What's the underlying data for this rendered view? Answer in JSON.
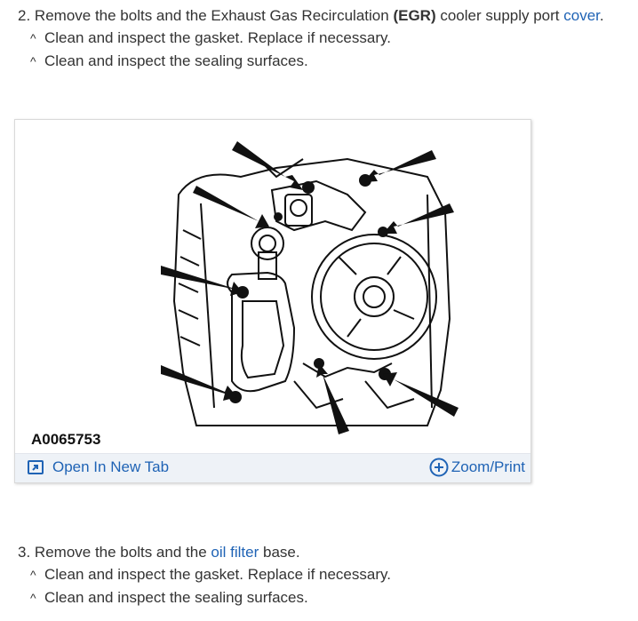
{
  "step2": {
    "number": "2.",
    "text_a": "Remove the bolts and the Exhaust Gas Recirculation",
    "text_bold": "(EGR)",
    "text_b": "cooler supply port",
    "link": "cover",
    "text_end": ".",
    "bullets": [
      "Clean and inspect the gasket. Replace if necessary.",
      "Clean and inspect the sealing surfaces."
    ]
  },
  "figure": {
    "id": "A0065753",
    "open_tab_label": "Open In New Tab",
    "zoom_label": "Zoom/Print",
    "icons": {
      "open_tab": "open-new-tab-icon",
      "zoom": "plus-circle-icon"
    }
  },
  "step3": {
    "number": "3.",
    "text_a": "Remove the bolts and the",
    "link": "oil filter",
    "text_b": "base.",
    "bullets": [
      "Clean and inspect the gasket. Replace if necessary.",
      "Clean and inspect the sealing surfaces."
    ]
  },
  "colors": {
    "link": "#1f63b5",
    "text": "#333333",
    "bar": "#eef2f7"
  }
}
